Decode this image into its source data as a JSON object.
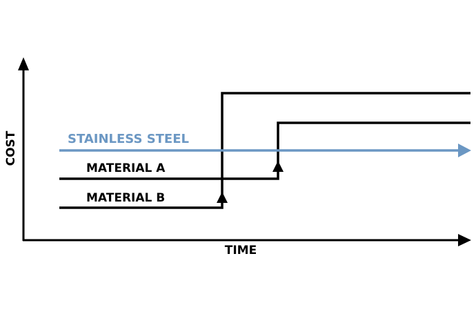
{
  "diagram": {
    "y_axis_label": "COST",
    "x_axis_label": "TIME",
    "colors": {
      "stainless": "#6b97c3",
      "material": "#000000",
      "axis": "#000000"
    },
    "series": [
      {
        "name": "stainless-steel",
        "label": "STAINLESS STEEL",
        "trend": "constant cost over time"
      },
      {
        "name": "material-a",
        "label": "MATERIAL A",
        "trend": "low initial cost, later step increase above stainless steel"
      },
      {
        "name": "material-b",
        "label": "MATERIAL B",
        "trend": "lowest initial cost, earlier and larger step increase"
      }
    ]
  }
}
